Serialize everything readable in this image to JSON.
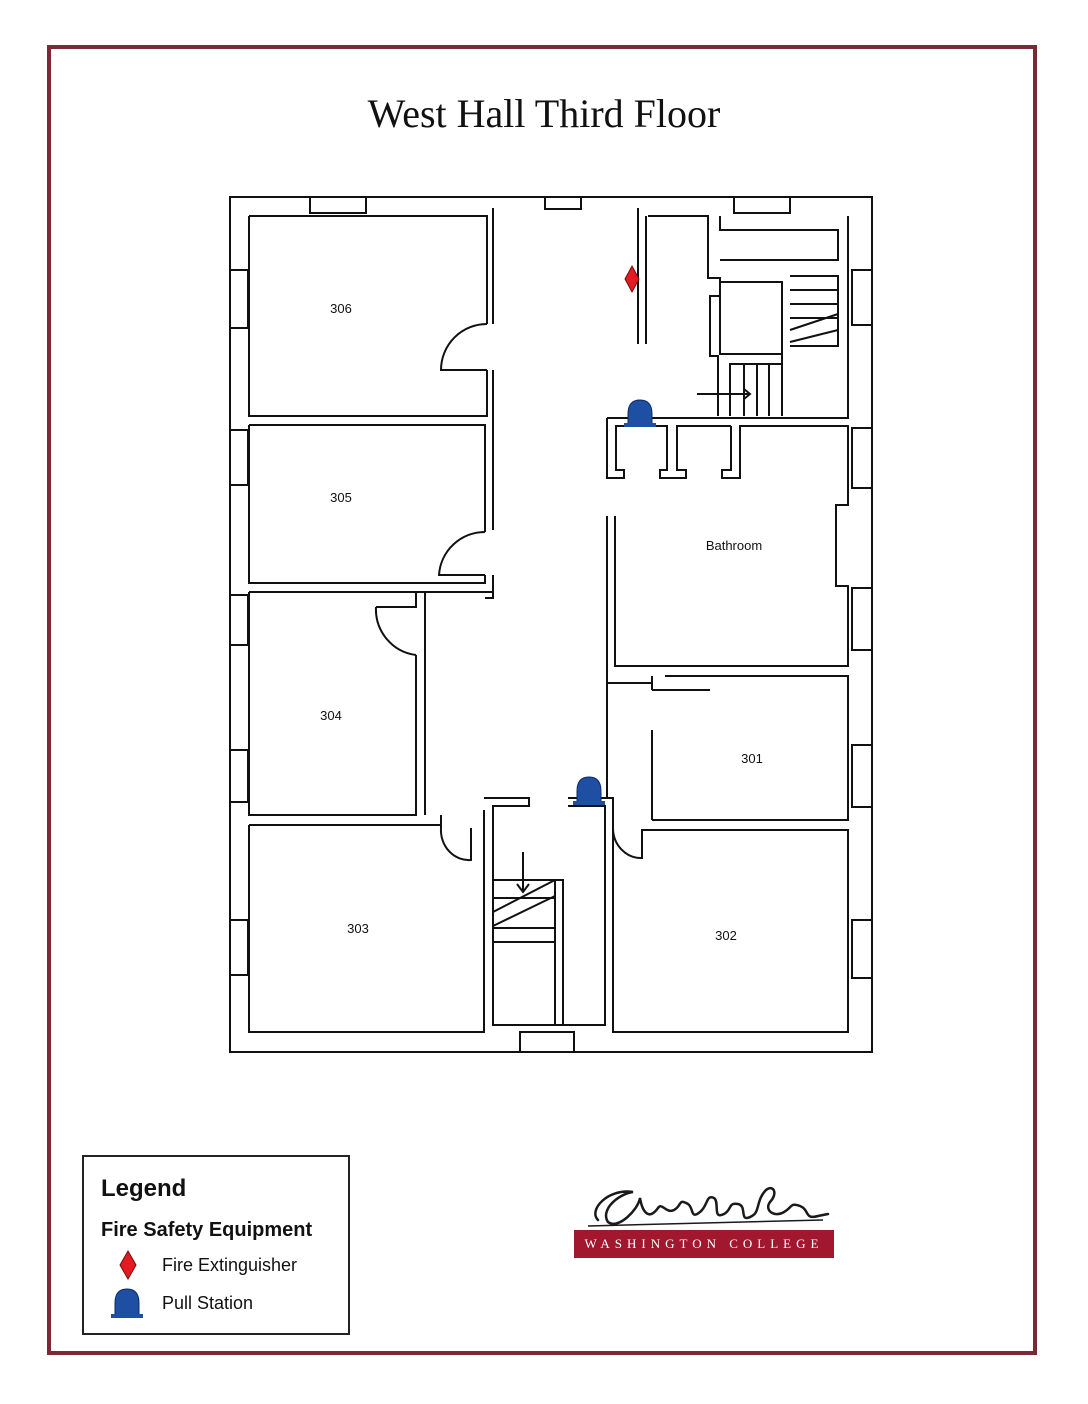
{
  "title": "West Hall Third Floor",
  "colors": {
    "frame": "#7b2a35",
    "fire_extinguisher": "#e31b23",
    "pull_station": "#1f4fa3",
    "logo_bar": "#a1172e"
  },
  "rooms": {
    "r306": "306",
    "r305": "305",
    "r304": "304",
    "r303": "303",
    "r302": "302",
    "r301": "301",
    "bathroom": "Bathroom"
  },
  "legend": {
    "title": "Legend",
    "subtitle": "Fire Safety Equipment",
    "items": [
      {
        "label": "Fire Extinguisher",
        "icon": "fire-extinguisher-icon"
      },
      {
        "label": "Pull Station",
        "icon": "pull-station-icon"
      }
    ]
  },
  "logo": {
    "signature": "GWashington",
    "wordmark": "WASHINGTON COLLEGE"
  }
}
